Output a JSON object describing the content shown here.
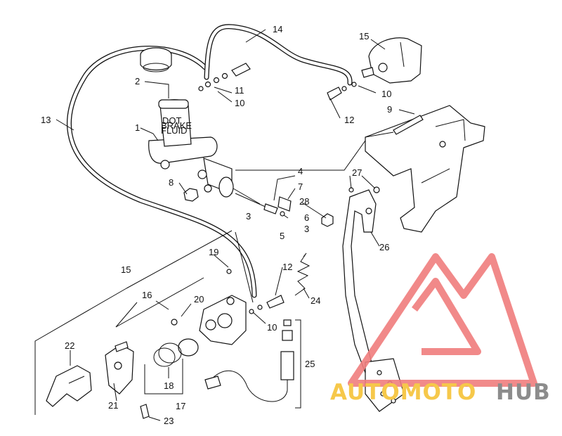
{
  "diagram": {
    "callouts": [
      {
        "id": "c1",
        "text": "1"
      },
      {
        "id": "c2",
        "text": "2"
      },
      {
        "id": "c3a",
        "text": "3"
      },
      {
        "id": "c3b",
        "text": "3"
      },
      {
        "id": "c4",
        "text": "4"
      },
      {
        "id": "c5",
        "text": "5"
      },
      {
        "id": "c6",
        "text": "6"
      },
      {
        "id": "c7",
        "text": "7"
      },
      {
        "id": "c8",
        "text": "8"
      },
      {
        "id": "c9",
        "text": "9"
      },
      {
        "id": "c10a",
        "text": "10"
      },
      {
        "id": "c10b",
        "text": "10"
      },
      {
        "id": "c10c",
        "text": "10"
      },
      {
        "id": "c11",
        "text": "11"
      },
      {
        "id": "c12a",
        "text": "12"
      },
      {
        "id": "c12b",
        "text": "12"
      },
      {
        "id": "c13",
        "text": "13"
      },
      {
        "id": "c14",
        "text": "14"
      },
      {
        "id": "c15a",
        "text": "15"
      },
      {
        "id": "c15b",
        "text": "15"
      },
      {
        "id": "c16",
        "text": "16"
      },
      {
        "id": "c17",
        "text": "17"
      },
      {
        "id": "c18",
        "text": "18"
      },
      {
        "id": "c19",
        "text": "19"
      },
      {
        "id": "c20",
        "text": "20"
      },
      {
        "id": "c21",
        "text": "21"
      },
      {
        "id": "c22",
        "text": "22"
      },
      {
        "id": "c23",
        "text": "23"
      },
      {
        "id": "c24",
        "text": "24"
      },
      {
        "id": "c25",
        "text": "25"
      },
      {
        "id": "c26",
        "text": "26"
      },
      {
        "id": "c27",
        "text": "27"
      },
      {
        "id": "c28",
        "text": "28"
      }
    ],
    "reservoir_cap_text": [
      "DOT",
      "BRAKE",
      "FLUID"
    ]
  },
  "watermark": {
    "word_part1": "AUTOMOTO",
    "word_part2": "HUB",
    "color_part1": "#f6c84a",
    "color_part2": "#8c8c8c",
    "logo_color": "#f07d7d"
  }
}
